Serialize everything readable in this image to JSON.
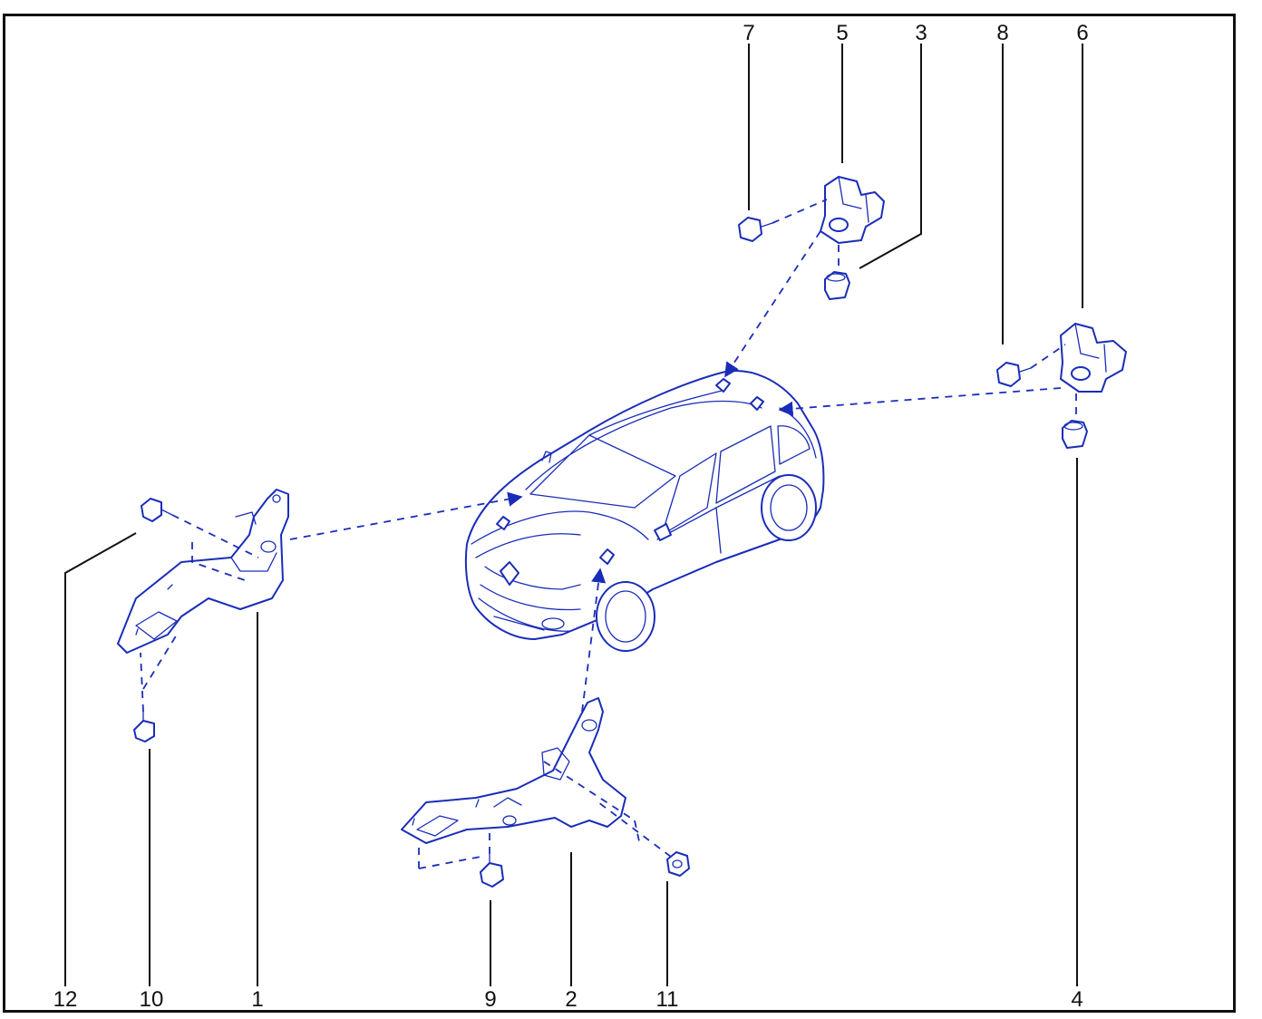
{
  "diagram": {
    "callouts": [
      "1",
      "2",
      "3",
      "4",
      "5",
      "6",
      "7",
      "8",
      "9",
      "10",
      "11",
      "12"
    ],
    "colors": {
      "line": "#1a2db8",
      "frame": "#111111",
      "background": "#ffffff"
    }
  }
}
